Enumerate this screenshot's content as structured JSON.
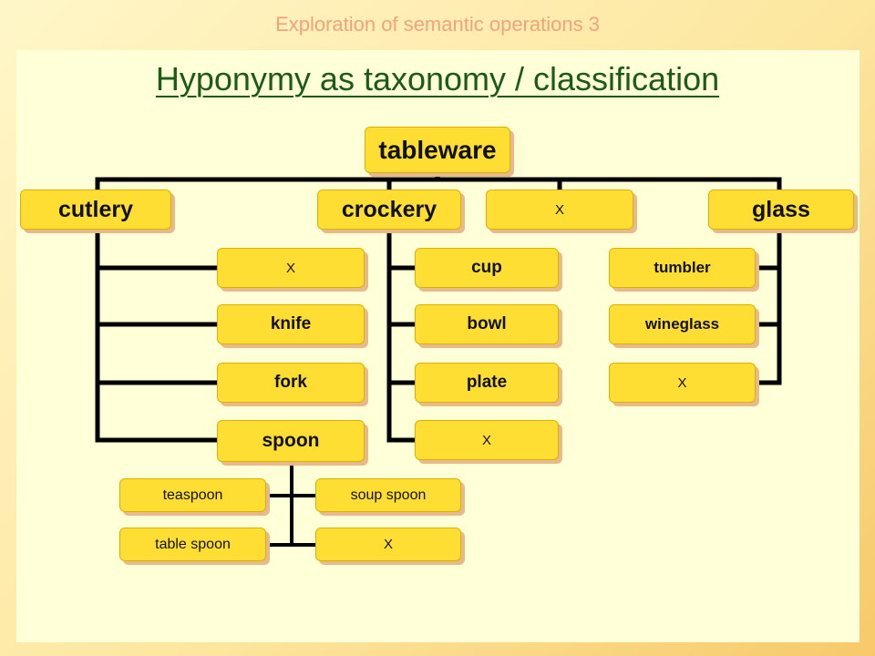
{
  "header": "Exploration of semantic operations 3",
  "title": "Hyponymy as taxonomy / classification",
  "tree": {
    "root": "tableware",
    "categories": [
      {
        "label": "cutlery",
        "children": [
          "X",
          "knife",
          "fork",
          "spoon"
        ]
      },
      {
        "label": "crockery",
        "children": [
          "cup",
          "bowl",
          "plate",
          "X"
        ]
      },
      {
        "label": "X",
        "children": []
      },
      {
        "label": "glass",
        "children": [
          "tumbler",
          "wineglass",
          "X"
        ]
      }
    ],
    "spoon_children": [
      "teaspoon",
      "soup spoon",
      "table spoon",
      "X"
    ]
  },
  "colors": {
    "node_fill": "#ffde34",
    "panel": "#ffffd8",
    "title": "#1c5a17",
    "header": "#f4a27a",
    "line": "#000000"
  }
}
